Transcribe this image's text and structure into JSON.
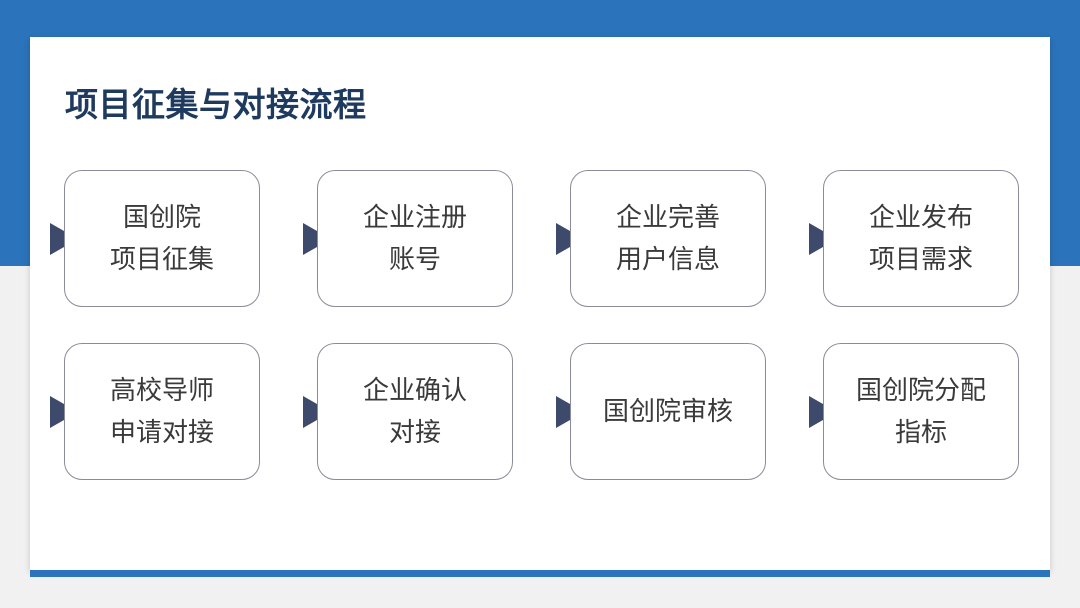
{
  "title": "项目征集与对接流程",
  "steps": [
    {
      "lines": [
        "国创院",
        "项目征集"
      ]
    },
    {
      "lines": [
        "企业注册",
        "账号"
      ]
    },
    {
      "lines": [
        "企业完善",
        "用户信息"
      ]
    },
    {
      "lines": [
        "企业发布",
        "项目需求"
      ]
    },
    {
      "lines": [
        "高校导师",
        "申请对接"
      ]
    },
    {
      "lines": [
        "企业确认",
        "对接"
      ]
    },
    {
      "lines": [
        "国创院审核"
      ]
    },
    {
      "lines": [
        "国创院分配",
        "指标"
      ]
    }
  ],
  "colors": {
    "accent_blue": "#2b73ba",
    "title_text": "#1f3a5f",
    "arrow": "#3d4a6b",
    "box_border": "#8a8d99"
  }
}
